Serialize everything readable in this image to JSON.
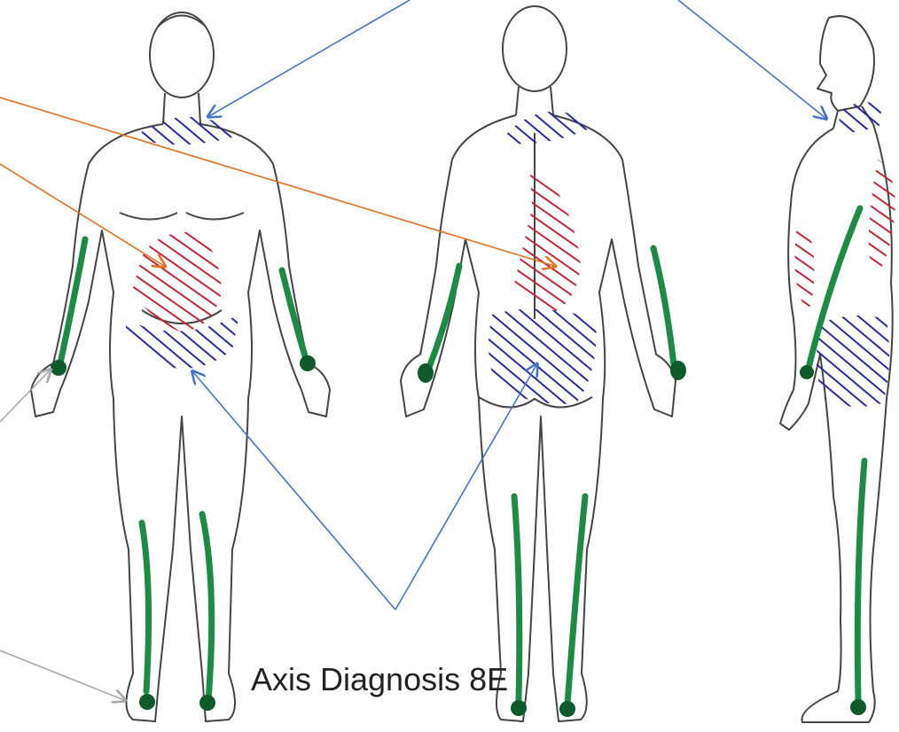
{
  "caption": "Axis Diagnosis 8E",
  "views": [
    "front",
    "back",
    "side"
  ],
  "colors": {
    "background": "#ffffff",
    "outline": "#444444",
    "blue_hatch": "#2a2a9a",
    "red_hatch": "#c0283a",
    "green_line": "#1e8a44",
    "green_dot": "#0e5a2a",
    "arrow_blue": "#4472c4",
    "arrow_orange": "#e07020",
    "arrow_gray": "#a6a6a6"
  },
  "icons": [
    "human-body-front-figure",
    "human-body-back-figure",
    "human-body-side-figure"
  ]
}
